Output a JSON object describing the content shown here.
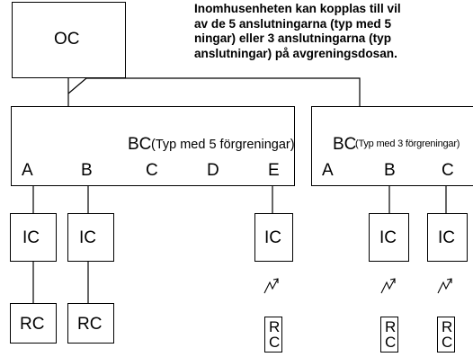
{
  "note": {
    "lines": [
      "Inomhusenheten kan kopplas till vil",
      "av de 5 anslutningarna (typ med 5",
      "ningar) eller 3 anslutningarna (typ",
      "anslutningar) på avgreningsdosan."
    ]
  },
  "oc": {
    "label": "OC"
  },
  "bc5": {
    "label": "BC",
    "sublabel": "(Typ med 5 förgreningar)",
    "ports": [
      "A",
      "B",
      "C",
      "D",
      "E"
    ]
  },
  "bc3": {
    "label": "BC",
    "sublabel": "(Typ med 3 förgreningar)",
    "ports": [
      "A",
      "B",
      "C"
    ]
  },
  "ic": {
    "label": "IC"
  },
  "rc": {
    "label": "RC",
    "vertical": [
      "R",
      "C"
    ]
  }
}
